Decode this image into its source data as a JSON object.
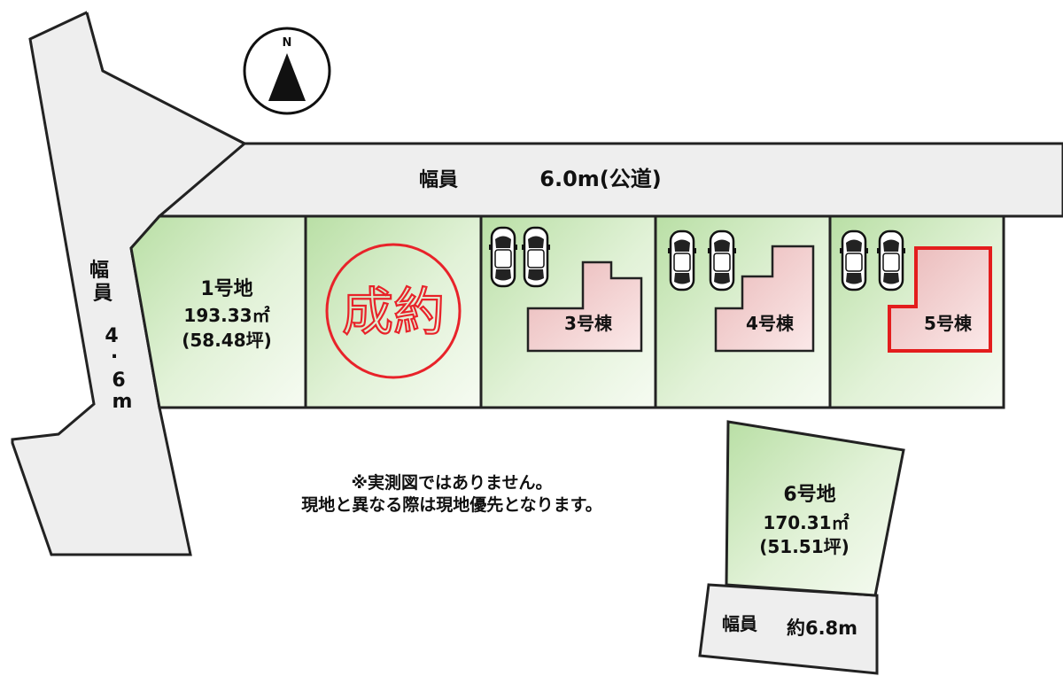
{
  "compass": {
    "letter": "N"
  },
  "roads": {
    "main": {
      "width_label": "幅員",
      "value": "6.0m(公道)"
    },
    "left": {
      "chars": [
        "幅",
        "員",
        "4",
        ".",
        "6",
        "m"
      ]
    },
    "bottom": {
      "width_label": "幅員",
      "value": "約6.8m"
    }
  },
  "lots": {
    "lot1": {
      "name": "1号地",
      "area": "193.33㎡",
      "tsubo": "(58.48坪)"
    },
    "lot2": {
      "stamp": "成約"
    },
    "lot3": {
      "building": "3号棟"
    },
    "lot4": {
      "building": "4号棟"
    },
    "lot5": {
      "building": "5号棟"
    },
    "lot6": {
      "name": "6号地",
      "area": "170.31㎡",
      "tsubo": "(51.51坪)"
    }
  },
  "notes": {
    "line1": "※実測図ではありません。",
    "line2": "現地と異なる際は現地優先となります。"
  },
  "colors": {
    "lot_green_light": "#f4fbef",
    "lot_green_dark": "#b9dfa5",
    "road_gray": "#eeeeee",
    "house_pink": "#f4d2d2",
    "stamp_red": "#e8232a",
    "highlight_red": "#e31d1d"
  }
}
